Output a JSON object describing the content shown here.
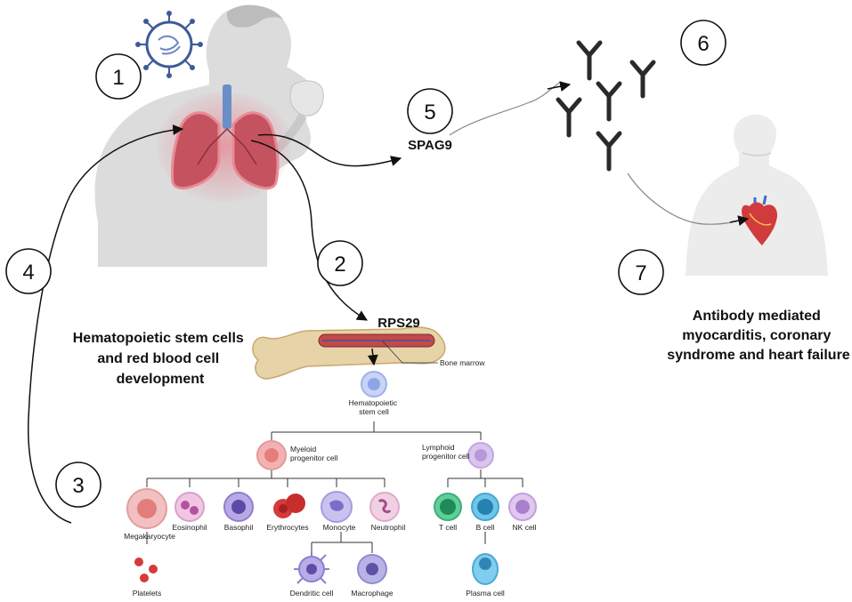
{
  "steps": [
    "1",
    "2",
    "3",
    "4",
    "5",
    "6",
    "7"
  ],
  "labels": {
    "spag9": "SPAG9",
    "rps29": "RPS29",
    "bone_marrow": "Bone marrow"
  },
  "hsc_title": [
    "Hematopoietic stem cells",
    "and red blood cell",
    "development"
  ],
  "outcome": [
    "Antibody mediated",
    "myocarditis, coronary",
    "syndrome and heart failure"
  ],
  "cells": {
    "hsc": [
      "Hematopoietic",
      "stem cell"
    ],
    "myeloid": [
      "Myeloid",
      "progenitor cell"
    ],
    "lymphoid": [
      "Lymphoid",
      "progenitor cell"
    ],
    "megakaryocyte": "Megakaryocyte",
    "eosinophil": "Eosinophil",
    "basophil": "Basophil",
    "erythrocytes": "Erythrocytes",
    "monocyte": "Monocyte",
    "neutrophil": "Neutrophil",
    "t_cell": "T cell",
    "b_cell": "B cell",
    "nk_cell": "NK cell",
    "platelets": "Platelets",
    "dendritic": "Dendritic cell",
    "macrophage": "Macrophage",
    "plasma": "Plasma cell"
  }
}
